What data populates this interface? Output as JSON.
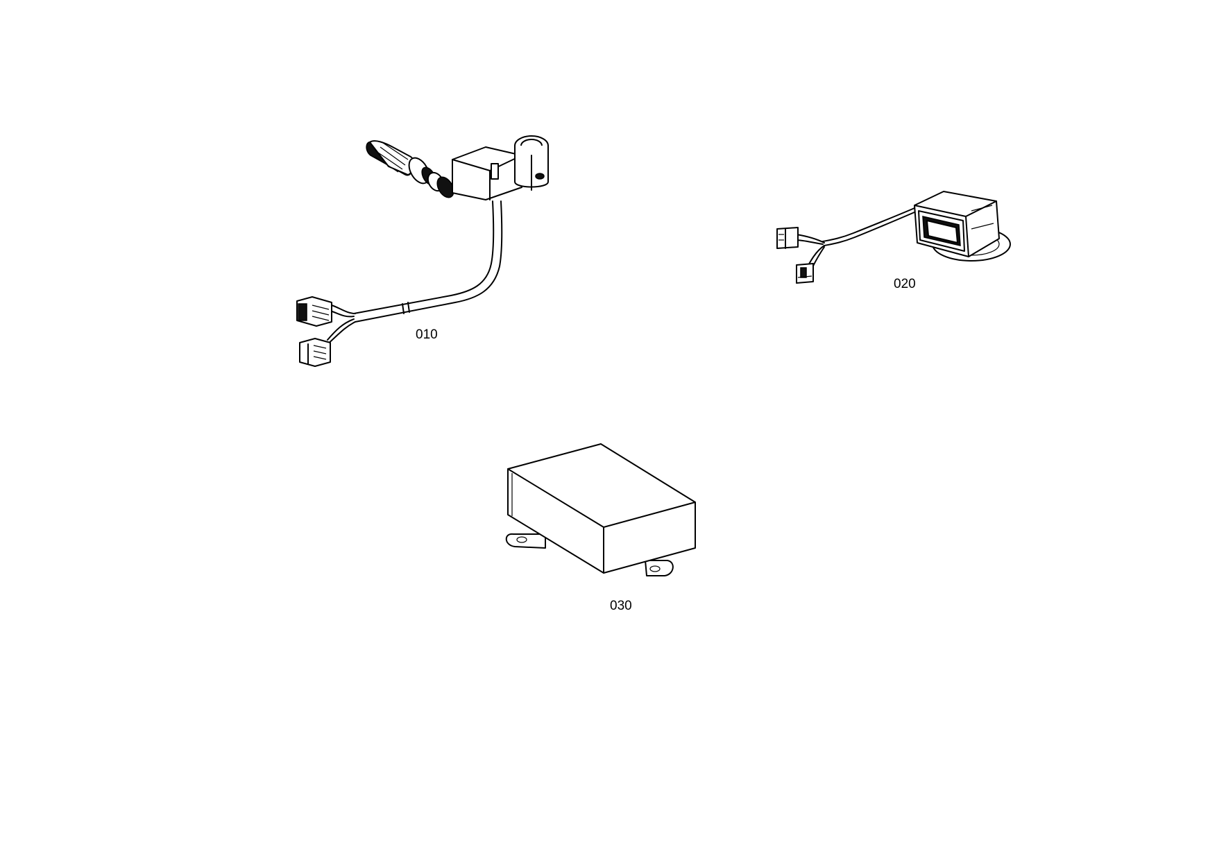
{
  "parts": [
    {
      "label": "010",
      "icon": "joystick-control-lever-icon"
    },
    {
      "label": "020",
      "icon": "display-monitor-icon"
    },
    {
      "label": "030",
      "icon": "control-unit-box-icon"
    }
  ]
}
